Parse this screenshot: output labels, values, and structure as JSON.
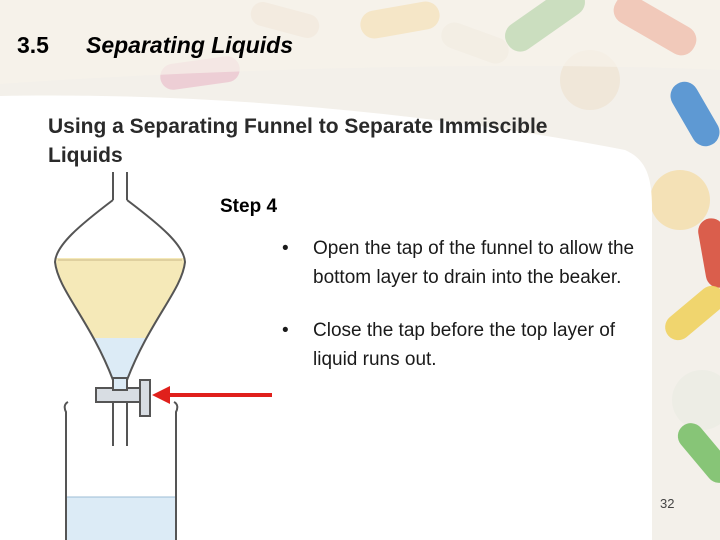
{
  "header": {
    "number": "3.5",
    "title": "Separating Liquids"
  },
  "subtitle": "Using a Separating Funnel to Separate Immiscible Liquids",
  "step": "Step 4",
  "bullets": [
    "Open the tap of the funnel to allow the bottom layer to drain into the beaker.",
    "Close the tap before the top layer of liquid runs out."
  ],
  "bullet_glyph": "•",
  "page_number": "32",
  "colors": {
    "top_layer": "#f5e9b8",
    "bottom_layer": "#dcebf6",
    "arrow": "#e0201c",
    "glass": "#555555"
  }
}
